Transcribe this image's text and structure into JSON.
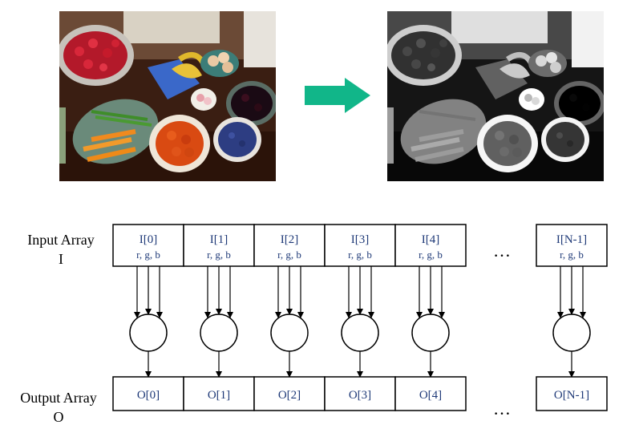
{
  "images": {
    "input_photo": "color-fruit-table-photo",
    "output_photo": "grayscale-fruit-table-photo"
  },
  "arrow": {
    "icon": "right-arrow-icon",
    "color": "#11b689"
  },
  "diagram": {
    "input_label": [
      "Input Array",
      "I"
    ],
    "output_label": [
      "Output Array",
      "O"
    ],
    "input_cells": [
      {
        "index": "I[0]",
        "channels": "r, g, b"
      },
      {
        "index": "I[1]",
        "channels": "r, g, b"
      },
      {
        "index": "I[2]",
        "channels": "r, g, b"
      },
      {
        "index": "I[3]",
        "channels": "r, g, b"
      },
      {
        "index": "I[4]",
        "channels": "r, g, b"
      },
      {
        "index": "I[N-1]",
        "channels": "r, g, b"
      }
    ],
    "output_cells": [
      "O[0]",
      "O[1]",
      "O[2]",
      "O[3]",
      "O[4]",
      "O[N-1]"
    ],
    "ellipsis": "…",
    "cell_text_color": "#1f3a78",
    "label_color": "#000000"
  }
}
